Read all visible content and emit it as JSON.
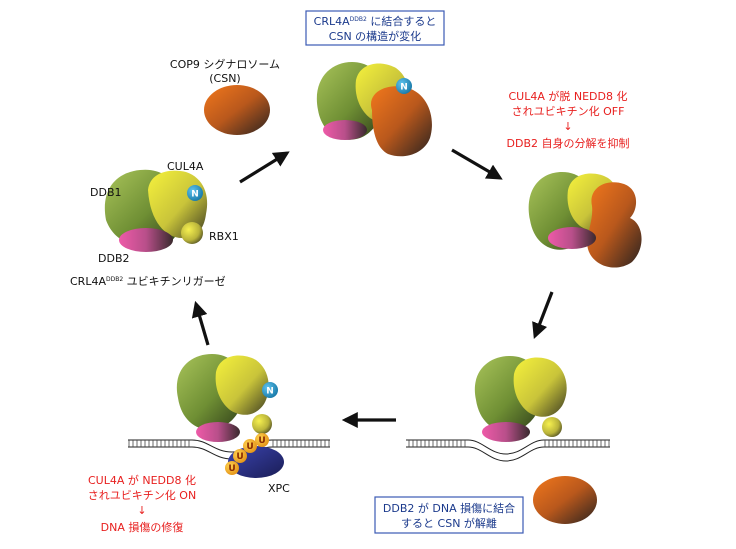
{
  "labels": {
    "csn_name": "COP9 シグナロソーム",
    "csn_abbr": "(CSN)",
    "cul4a": "CUL4A",
    "ddb1": "DDB1",
    "n_badge": "N",
    "rbx1": "RBX1",
    "ddb2": "DDB2",
    "crl4a_prefix": "CRL4A",
    "crl4a_sup": "DDB2",
    "crl4a_suffix": " ユビキチンリガーゼ",
    "xpc": "XPC",
    "u_badge": "U"
  },
  "boxes": {
    "top": {
      "line1_prefix": "CRL4A",
      "line1_sup": "DDB2",
      "line1_suffix": " に結合すると",
      "line2": "CSN の構造が変化"
    },
    "bottom": {
      "line1": "DDB2 が DNA 損傷に結合",
      "line2": "すると CSN が解離"
    }
  },
  "red_notes": {
    "right": {
      "line1": "CUL4A が脱 NEDD8 化",
      "line2": "されユビキチン化 OFF",
      "arrow": "↓",
      "line3": "DDB2 自身の分解を抑制"
    },
    "bottom_left": {
      "line1": "CUL4A が NEDD8 化",
      "line2": "されユビキチン化 ON",
      "arrow": "↓",
      "line3": "DNA 損傷の修復"
    }
  },
  "colors": {
    "red_text": "#e8201f",
    "blue_text": "#1b3a8c",
    "box_border": "#3b5bb5",
    "ddb1_green": "#7a9a3a",
    "cul4a_yellow": "#f0ea30",
    "ddb2_magenta": "#d9509a",
    "csn_orange": "#e8701a",
    "n_blue": "#1a8fc6",
    "xpc_navy": "#2b2f8a",
    "u_orange": "#f2a516"
  }
}
